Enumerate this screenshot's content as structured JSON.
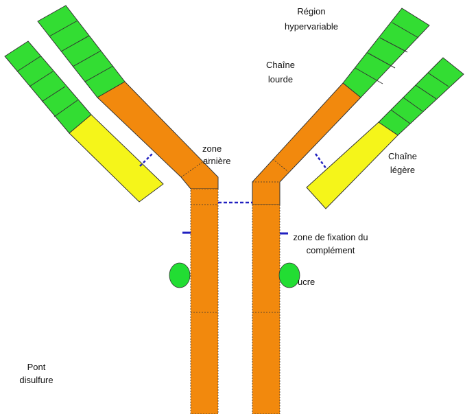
{
  "labels": {
    "region_hypervariable_l1": "Région",
    "region_hypervariable_l2": "hypervariable",
    "chaine_lourde_l1": "Chaîne",
    "chaine_lourde_l2": "lourde",
    "zone_charniere_l1": "zone",
    "zone_charniere_l2": "arnière",
    "chaine_legere_l1": "Chaîne",
    "chaine_legere_l2": "légère",
    "fixation_l1": "zone de fixation du",
    "fixation_l2": "complément",
    "sucre": "ucre",
    "pont_l1": "Pont",
    "pont_l2": "disulfure"
  },
  "colors": {
    "variable_region": "#33dd33",
    "heavy_constant": "#f2890d",
    "light_constant": "#f5f51a",
    "sugar": "#22dd33",
    "disulfide": "#2020c0",
    "outline": "#333333"
  }
}
